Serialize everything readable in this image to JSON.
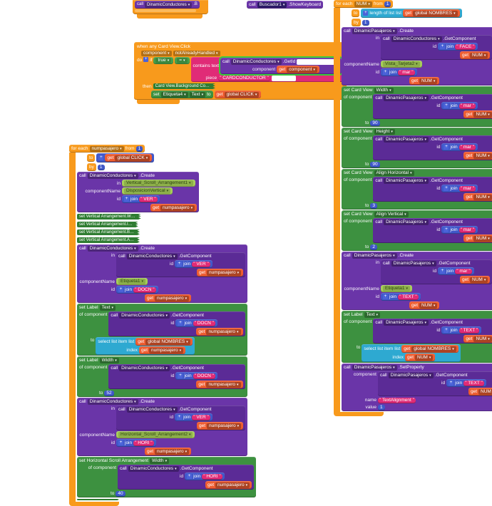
{
  "kw": {
    "call": "call",
    "set": "set",
    "get": "get",
    "to": "to",
    "in": "in",
    "by": "by",
    "do": "do",
    "if": "if",
    "then": "then",
    "from": "from",
    "for_each": "for each",
    "of_component": "of component",
    "component_name": "componentName",
    "id": "id",
    "join": "join",
    "name": "name",
    "value": "value",
    "list": "list",
    "index": "index",
    "select_list_item": "select list item",
    "length_of_list": "length of list",
    "piece": "piece",
    "contains": "contains text",
    "component": "component",
    "not_already_handled": "notAlreadyHandled",
    "true_": "true",
    "eq": "=",
    "create": ".Create",
    "get_component": ".GetComponent",
    "set_property": ".SetProperty",
    "get_id": ".GetId"
  },
  "top_left": {
    "component": "DinamicConductores",
    "method": ".B"
  },
  "top_right": {
    "component": "Buscador1",
    "method": ".ShowKeyboard"
  },
  "event": {
    "title": "when any Card View.Click",
    "param1": "component",
    "param2": "notAlreadyHandled",
    "ext": "DinamicConductores",
    "get_var": "component",
    "piece": "CARDCONDUCTOR",
    "collapsed": "Card View.Background Co…",
    "set_comp": "Etiqueta4",
    "set_prop": "Text",
    "click_var": "global CLICK"
  },
  "right": {
    "var": "NUM",
    "from": "1",
    "by": "1",
    "list_var": "global NOMBRES",
    "ext_p": "DinamicPasajeros",
    "ext_c": "DinamicConductores",
    "target": "Card View",
    "create1": {
      "join_in": "FACE",
      "comp_name": "Vista_Tarjeta2",
      "join_id": "mar"
    },
    "sets": [
      {
        "prop": "Width",
        "join": "mar",
        "to": "90"
      },
      {
        "prop": "Height",
        "join": "mar",
        "to": "90"
      },
      {
        "prop": "Align Horizontal",
        "join": "mar",
        "to": "3"
      },
      {
        "prop": "Align Vertical",
        "join": "mar",
        "to": "2"
      }
    ],
    "create2": {
      "join_in": "mar",
      "comp_name": "Etiqueta1",
      "join_id": "TEXT"
    },
    "set_text": {
      "target": "Label",
      "prop": "Text",
      "join": "TEXT"
    },
    "prop_call": {
      "join": "TEXT",
      "name": "TextAlignment",
      "value": "1"
    }
  },
  "left": {
    "var": "numpasajero",
    "from": "1",
    "by": "1",
    "click_var": "global CLICK",
    "list_var": "global NOMBRES",
    "ext": "DinamicConductores",
    "create1": {
      "in_comp": "Vertical_Scroll_Arrangement1",
      "comp_name": "DisposicionVertical",
      "join_id": "VER"
    },
    "collapsed": [
      "set Vertical Arrangement.W…",
      "set Vertical Arrangement.I…",
      "set Vertical Arrangement.B…",
      "set Vertical Arrangement.A…"
    ],
    "create2": {
      "join_in": "VER",
      "comp_name": "Etiqueta1",
      "join_id": "DOCN"
    },
    "set_text": {
      "target": "Label",
      "prop": "Text",
      "join": "DOCN"
    },
    "set_width": {
      "target": "Label",
      "prop": "Width",
      "join": "DOCN",
      "to": "52"
    },
    "create3": {
      "join_in": "VER",
      "comp_name": "Horizontal_Scroll_Arrangement2",
      "join_id": "HORI"
    },
    "set_hw": {
      "target": "Horizontal Scroll Arrangement",
      "prop": "Width",
      "join": "HORI",
      "to": "40"
    }
  }
}
